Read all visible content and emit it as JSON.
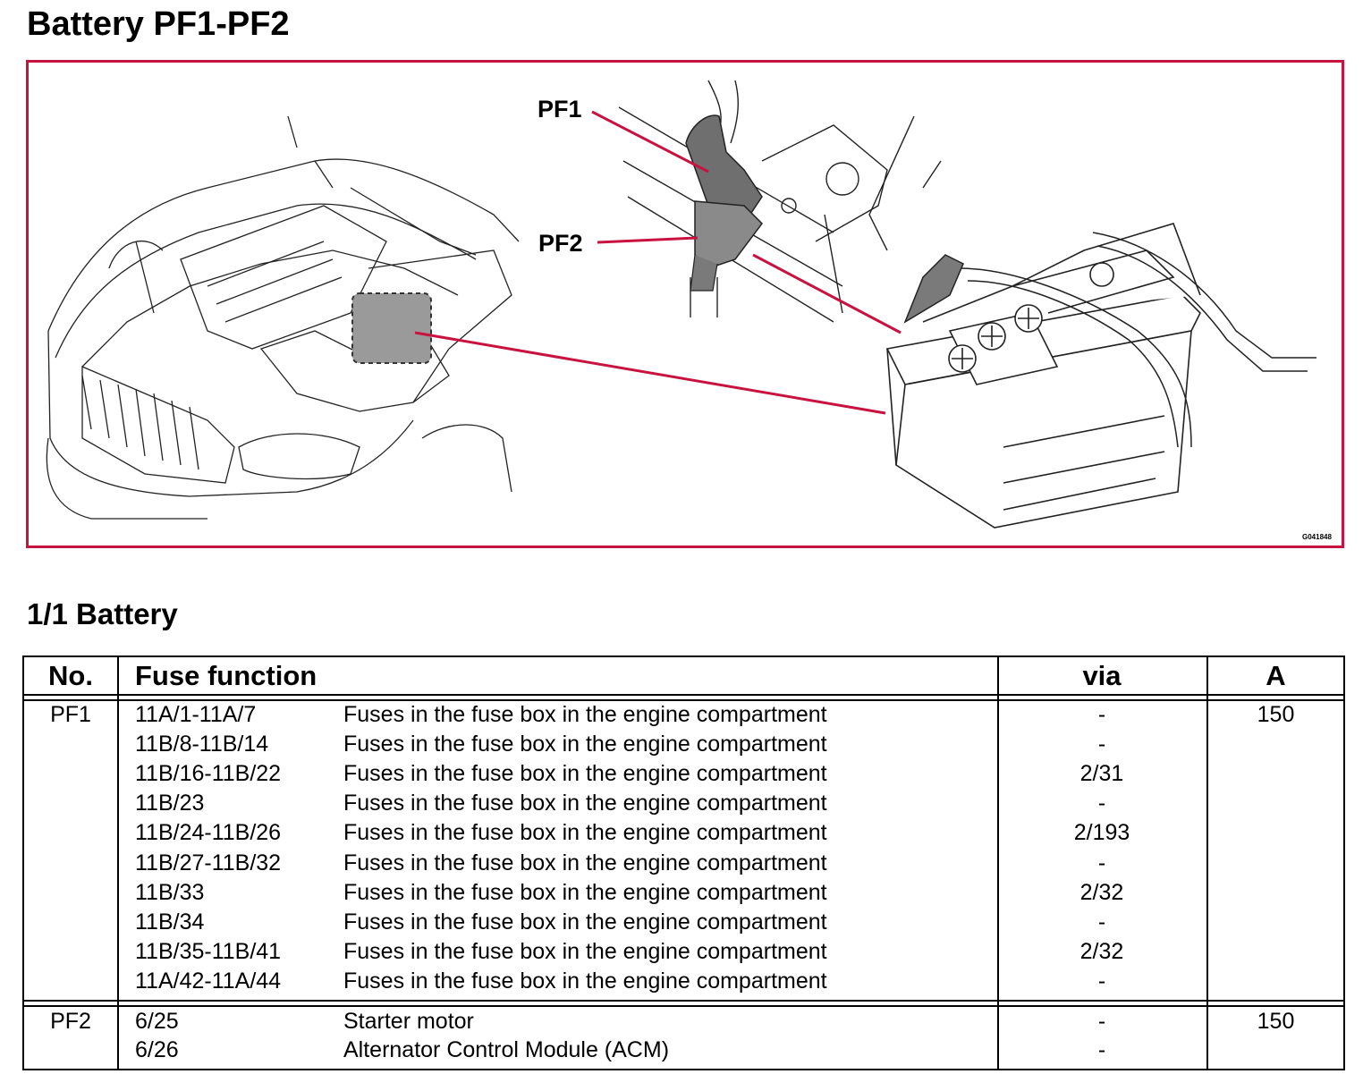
{
  "page": {
    "title": "Battery PF1-PF2"
  },
  "figure": {
    "callouts": {
      "pf1": "PF1",
      "pf2": "PF2"
    },
    "illustration_id": "G041848",
    "colors": {
      "frame": "#c8123f",
      "leader": "#c8123f",
      "highlight": "#9a9a9a"
    }
  },
  "section": {
    "title": "1/1 Battery"
  },
  "table": {
    "headers": {
      "no": "No.",
      "function": "Fuse function",
      "via": "via",
      "amps": "A"
    },
    "groups": [
      {
        "no": "PF1",
        "amps": "150",
        "rows": [
          {
            "code": "11A/1-11A/7",
            "desc": "Fuses in the fuse box in the engine compartment",
            "via": "-"
          },
          {
            "code": "11B/8-11B/14",
            "desc": "Fuses in the fuse box in the engine compartment",
            "via": "-"
          },
          {
            "code": "11B/16-11B/22",
            "desc": "Fuses in the fuse box in the engine compartment",
            "via": "2/31"
          },
          {
            "code": "11B/23",
            "desc": "Fuses in the fuse box in the engine compartment",
            "via": "-"
          },
          {
            "code": "11B/24-11B/26",
            "desc": "Fuses in the fuse box in the engine compartment",
            "via": "2/193"
          },
          {
            "code": "11B/27-11B/32",
            "desc": "Fuses in the fuse box in the engine compartment",
            "via": "-"
          },
          {
            "code": "11B/33",
            "desc": "Fuses in the fuse box in the engine compartment",
            "via": "2/32"
          },
          {
            "code": "11B/34",
            "desc": "Fuses in the fuse box in the engine compartment",
            "via": "-"
          },
          {
            "code": "11B/35-11B/41",
            "desc": "Fuses in the fuse box in the engine compartment",
            "via": "2/32"
          },
          {
            "code": "11A/42-11A/44",
            "desc": "Fuses in the fuse box in the engine compartment",
            "via": "-"
          }
        ]
      },
      {
        "no": "PF2",
        "amps": "150",
        "rows": [
          {
            "code": "6/25",
            "desc": "Starter motor",
            "via": "-"
          },
          {
            "code": "6/26",
            "desc": "Alternator Control Module (ACM)",
            "via": "-"
          }
        ]
      }
    ]
  }
}
